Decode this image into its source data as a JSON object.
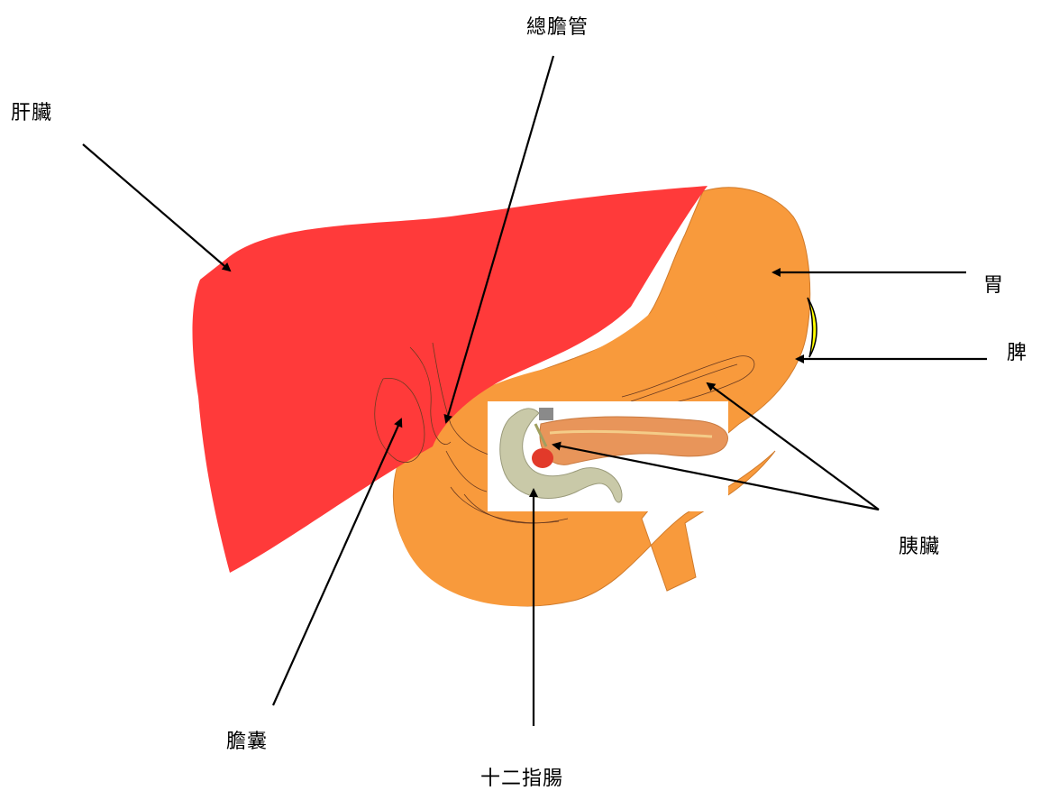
{
  "labels": {
    "liver": "肝臟",
    "common_bile_duct": "總膽管",
    "stomach": "胃",
    "spleen": "脾",
    "pancreas": "胰臟",
    "gallbladder": "膽囊",
    "duodenum": "十二指腸"
  },
  "colors": {
    "liver": "#ff3a3a",
    "stomach": "#f89a3c",
    "spleen": "#ffff00",
    "pancreas_inset": "#e8955a",
    "duodenum_inset": "#c9c9a8",
    "gallbladder_inset": "#e23a2a",
    "arrow": "#000000"
  }
}
